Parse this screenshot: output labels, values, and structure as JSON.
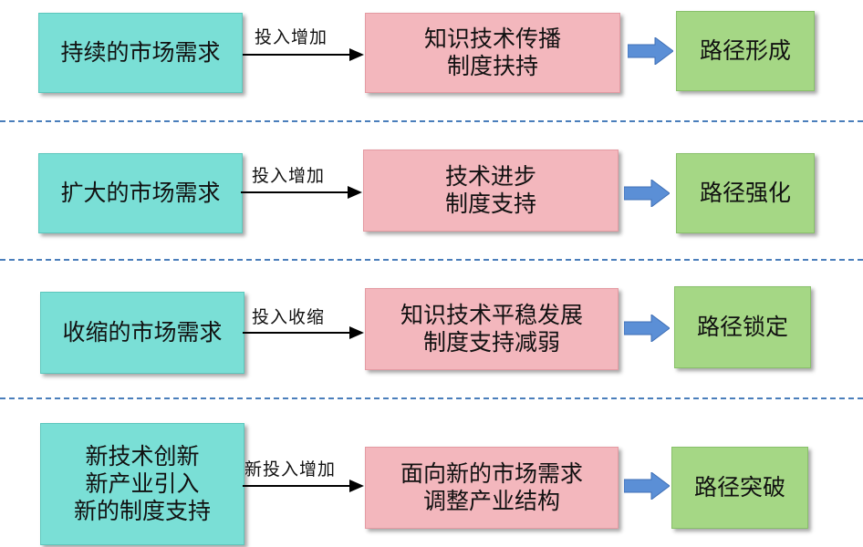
{
  "rows": [
    {
      "demand": [
        "持续的市场需求"
      ],
      "label": "投入增加",
      "state": [
        "知识技术传播",
        "制度扶持"
      ],
      "outcome": "路径形成"
    },
    {
      "demand": [
        "扩大的市场需求"
      ],
      "label": "投入增加",
      "state": [
        "技术进步",
        "制度支持"
      ],
      "outcome": "路径强化"
    },
    {
      "demand": [
        "收缩的市场需求"
      ],
      "label": "投入收缩",
      "state": [
        "知识技术平稳发展",
        "制度支持减弱"
      ],
      "outcome": "路径锁定"
    },
    {
      "demand": [
        "新技术创新",
        "新产业引入",
        "新的制度支持"
      ],
      "label": "新投入增加",
      "state": [
        "面向新的市场需求",
        "调整产业结构"
      ],
      "outcome": "路径突破"
    }
  ],
  "colors": {
    "demand_fill": "#7adfd6",
    "state_fill": "#f3b7bd",
    "outcome_fill": "#a5d785",
    "block_arrow": "#5b8fd6",
    "divider": "#4a7ebb"
  }
}
